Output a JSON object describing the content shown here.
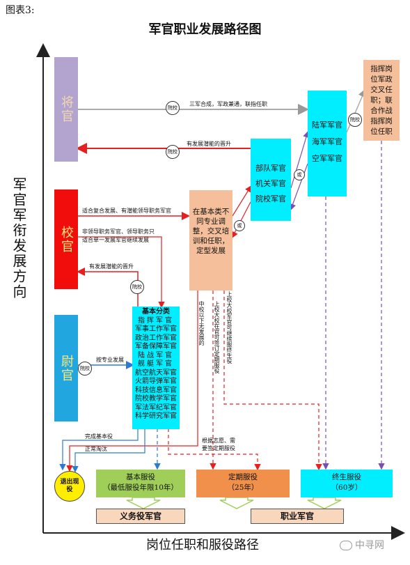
{
  "figure_label": "图表3:",
  "title": "军官职业发展路径图",
  "y_axis_label": "军官军衔发展方向",
  "x_axis_label": "岗位任职和服役路径",
  "ranks": {
    "general": "将官",
    "field": "校官",
    "company": "尉官"
  },
  "circle_labels": {
    "academy": "院校",
    "or": "或"
  },
  "arrows": {
    "joint": "三军合成，军政兼通，联指任职",
    "potential_promo_top": "有发展潜能的晋升",
    "composite_dev": "适合复合发展、有潜能领导职务军官",
    "non_leader_1": "非领导职务军官、领导职务只",
    "non_leader_2": "适合单一发展军官继续发展",
    "potential_promo_mid": "有发展潜能的晋升",
    "by_specialty": "按专业发展",
    "complete_basic": "完成基本役",
    "normal_elim": "正常淘汰",
    "by_will": "根据志愿、需",
    "sign_fixed": "要签定期服役",
    "mid_below": "中校以下无发展的",
    "upper_sign": "上校大校在官可签订定期服役",
    "upper_continue": "上校大校军官可继续服终生役"
  },
  "boxes": {
    "basic_title": "基本分类",
    "basic_items": [
      "指挥军官",
      "军事工作军官",
      "政治工作军官",
      "军备保障军官",
      "陆战军官",
      "舰艇军官",
      "航空航天军官",
      "火箭导弹军官",
      "科技信息军官",
      "院校教学军官",
      "军法军纪军官",
      "科学研究军官"
    ],
    "cross_dev": "在基本类不同专业调整，交叉培训和任职，定型发展",
    "units": [
      "部队军官",
      "机关军官",
      "院校军官"
    ],
    "services": [
      "陆军军官",
      "海军军官",
      "空军军官"
    ],
    "joint_cmd": "指挥岗位军政交叉任职；联合作战指挥岗位任职",
    "retire": "退出现役",
    "basic_service_1": "基本服役",
    "basic_service_2": "（最低服役年限10年）",
    "fixed_service_1": "定期服役",
    "fixed_service_2": "（25年）",
    "life_service_1": "终生服役",
    "life_service_2": "（60岁）",
    "conscript": "义务役军官",
    "professional": "职业军官"
  },
  "watermark": "中寻网",
  "colors": {
    "general": "#b3a3cf",
    "field": "#f20d0d",
    "company": "#21a6e0",
    "cyan": "#00eeff",
    "peach": "#f4bf9a",
    "green_box": "#9fcf58",
    "orange_box": "#f0904a",
    "yellow": "#ffee00",
    "arrow_red": "#e62020",
    "arrow_blue": "#2a7bd6",
    "arrow_purple": "#7a4fb3"
  }
}
